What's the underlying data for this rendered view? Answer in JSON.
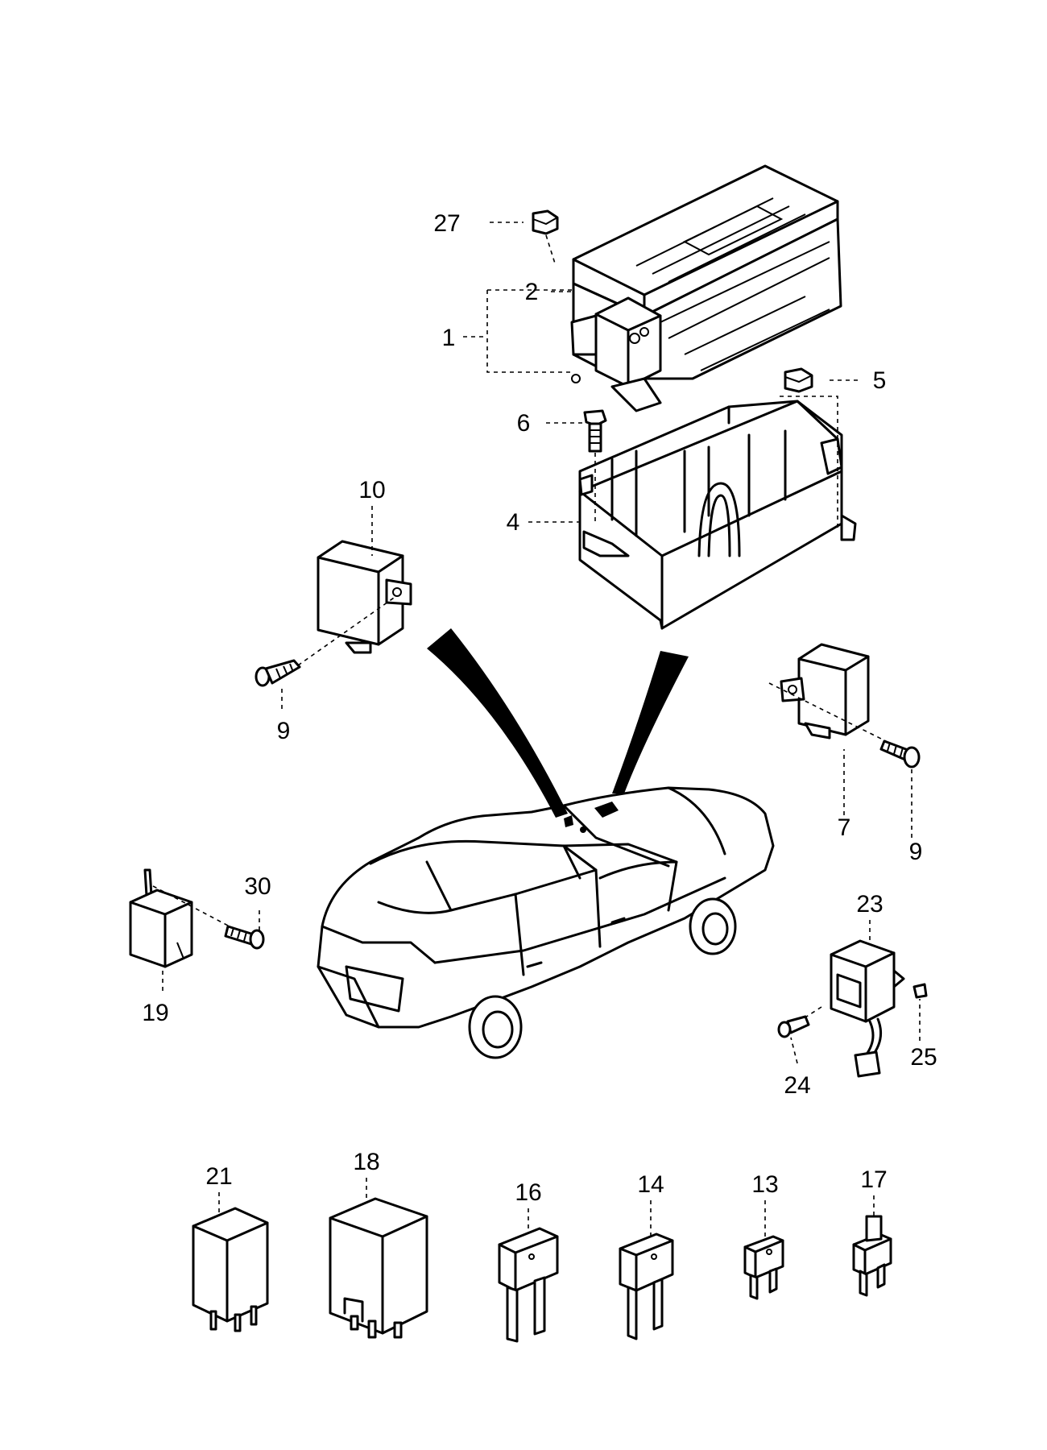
{
  "callouts": {
    "c27": "27",
    "c2": "2",
    "c1": "1",
    "c5": "5",
    "c6": "6",
    "c4": "4",
    "c10": "10",
    "c9a": "9",
    "c9b": "9",
    "c7": "7",
    "c30": "30",
    "c19": "19",
    "c23": "23",
    "c25": "25",
    "c24": "24",
    "c21": "21",
    "c18": "18",
    "c16": "16",
    "c14": "14",
    "c13": "13",
    "c17": "17"
  }
}
